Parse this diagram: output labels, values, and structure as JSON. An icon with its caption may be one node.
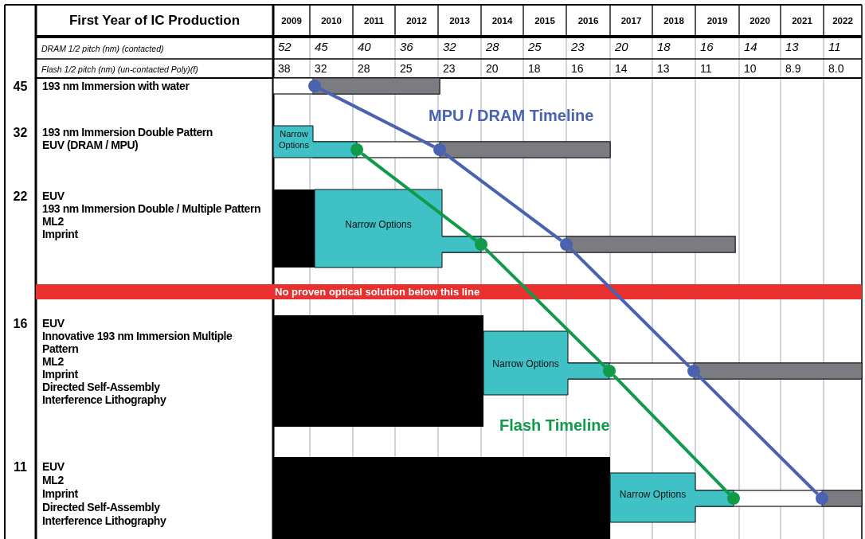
{
  "diagram": {
    "nodes": [
      {
        "text": [],
        "shape": "circle"
      },
      {
        "text": [],
        "shape": "circle"
      },
      {
        "text": [],
        "shape": "circle"
      },
      {
        "text": [],
        "shape": "circle"
      },
      {
        "text": [],
        "shape": "circle"
      },
      {
        "text": [],
        "shape": "circle"
      },
      {
        "text": [],
        "shape": "circle"
      },
      {
        "text": [],
        "shape": "circle"
      },
      {
        "text": [],
        "shape": "circle"
      }
    ],
    "edges": [
      {
        "from": 0,
        "to": 2,
        "arrow": "none",
        "color": "#4a63b0"
      },
      {
        "from": 2,
        "to": 4,
        "arrow": "none",
        "color": "#4a63b0"
      },
      {
        "from": 4,
        "to": 6,
        "arrow": "none",
        "color": "#4a63b0"
      },
      {
        "from": 6,
        "to": 8,
        "arrow": "none",
        "color": "#4a63b0"
      },
      {
        "from": 1,
        "to": 3,
        "arrow": "none",
        "color": "#109a4a"
      },
      {
        "from": 3,
        "to": 5,
        "arrow": "none",
        "color": "#109a4a"
      },
      {
        "from": 5,
        "to": 7,
        "arrow": "none",
        "color": "#109a4a"
      }
    ],
    "labels": [
      "First Year of IC Production",
      "2009",
      "2010",
      "2011",
      "2012",
      "2013",
      "2014",
      "2015",
      "2016",
      "2017",
      "2018",
      "2019",
      "2020",
      "2021",
      "2022",
      "DRAM 1/2 pitch (nm) (contacted)",
      "52",
      "45",
      "40",
      "36",
      "32",
      "28",
      "25",
      "23",
      "20",
      "18",
      "16",
      "14",
      "13",
      "11",
      "Flash 1/2 pitch (nm) (un-contacted Poly)(f)",
      "38",
      "32",
      "28",
      "25",
      "23",
      "20",
      "18",
      "16",
      "14",
      "13",
      "11",
      "10",
      "8.9",
      "8.0",
      "45",
      "193 nm Immersion with water",
      "MPU / DRAM Timeline",
      "32",
      "193 nm Immersion Double Pattern",
      "EUV (DRAM / MPU)",
      "Narrow Options",
      "22",
      "EUV",
      "193 nm Immersion Double / Multiple Pattern",
      "ML2",
      "Imprint",
      "Narrow Options",
      "No proven optical solution below this line",
      "16",
      "EUV",
      "Innovative 193 nm Immersion Multiple Pattern",
      "ML2",
      "Imprint",
      "Directed Self-Assembly",
      "Interference Lithography",
      "Narrow Options",
      "Flash Timeline",
      "11",
      "EUV",
      "ML2",
      "Imprint",
      "Directed Self-Assembly",
      "Interference Lithography",
      "Narrow Options"
    ]
  }
}
